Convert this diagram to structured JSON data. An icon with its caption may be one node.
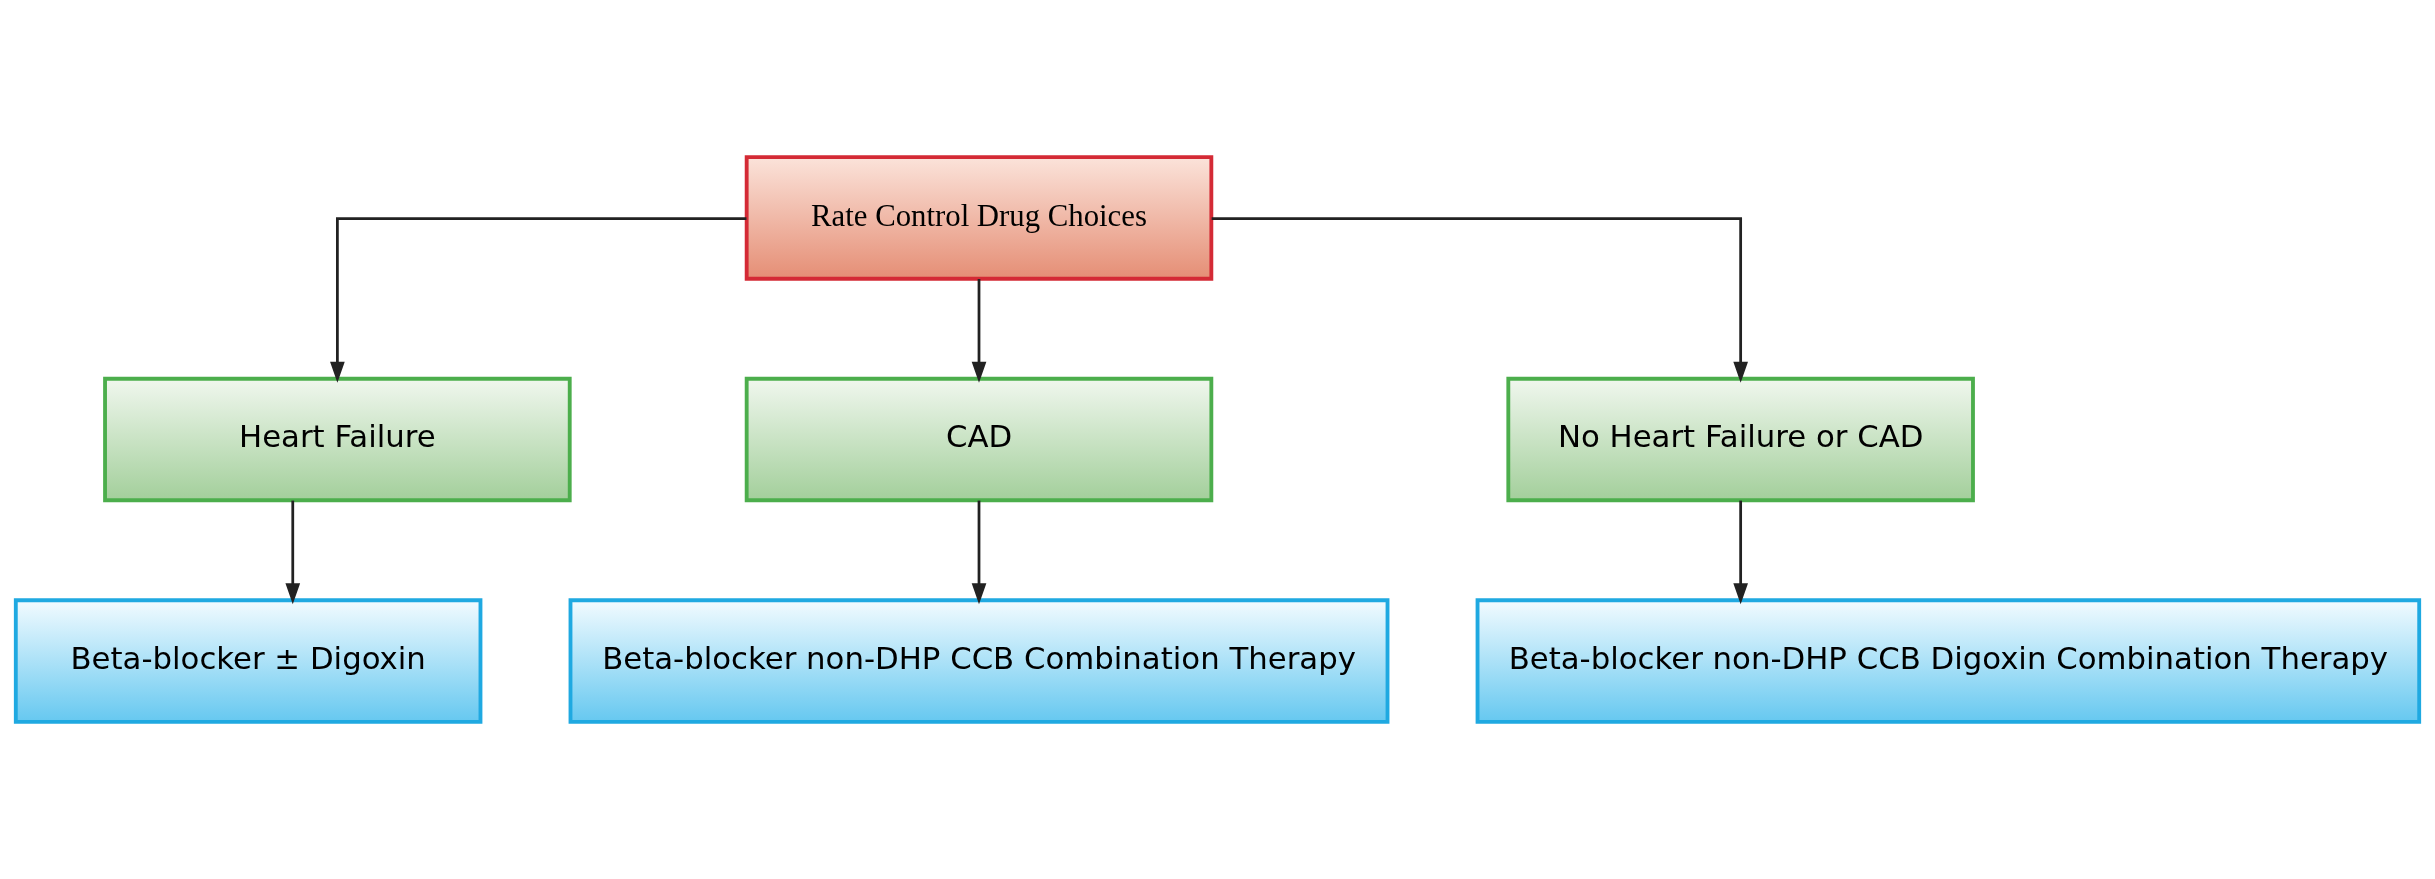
{
  "diagram": {
    "nodes": [
      {
        "text": [
          "Rate Control Drug Choices"
        ]
      },
      {
        "text": [
          "Heart Failure"
        ]
      },
      {
        "text": [
          "CAD"
        ]
      },
      {
        "text": [
          "No Heart Failure or CAD"
        ]
      },
      {
        "text": [
          "Beta-blocker ± Digoxin"
        ]
      },
      {
        "text": [
          "Beta-blocker non-DHP CCB Combination Therapy"
        ]
      },
      {
        "text": [
          "Beta-blocker non-DHP CCB Digoxin Combination Therapy"
        ]
      }
    ],
    "edges": [
      {
        "from": 0,
        "to": 1,
        "arrow": "to"
      },
      {
        "from": 0,
        "to": 2,
        "arrow": "to"
      },
      {
        "from": 0,
        "to": 3,
        "arrow": "to"
      },
      {
        "from": 1,
        "to": 4,
        "arrow": "to"
      },
      {
        "from": 2,
        "to": 5,
        "arrow": "to"
      },
      {
        "from": 3,
        "to": 6,
        "arrow": "to"
      }
    ]
  }
}
